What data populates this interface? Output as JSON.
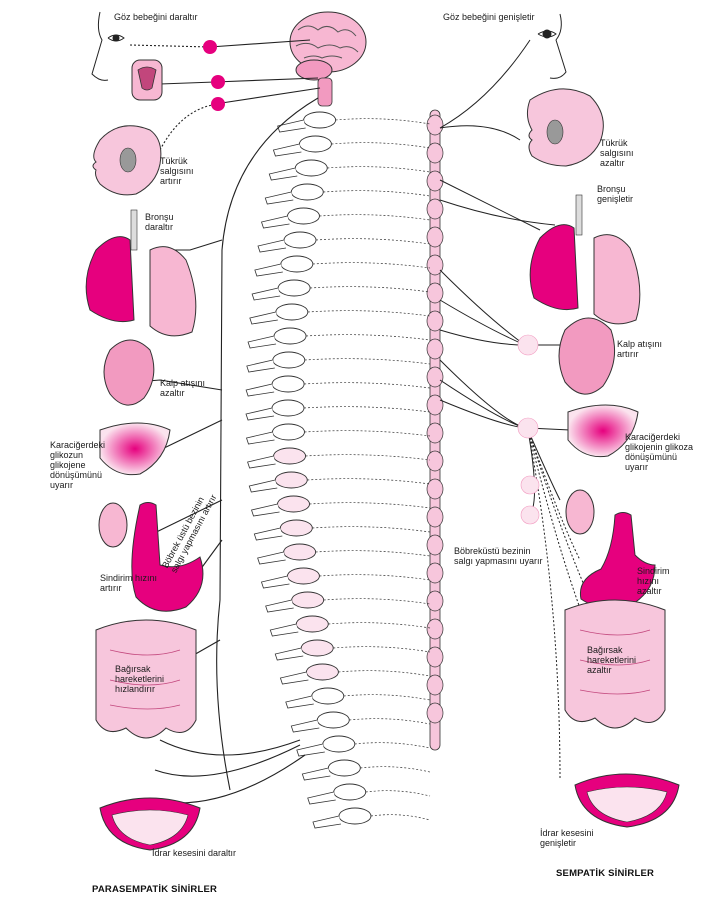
{
  "colors": {
    "magenta": "#e6007e",
    "light_pink": "#f7c6dc",
    "pale_pink": "#fbe3ee",
    "nerve_line": "#222222",
    "vertebra_stroke": "#333333"
  },
  "titles": {
    "parasympathetic": "PARASEMPATİK SİNİRLER",
    "sympathetic": "SEMPATİK SİNİRLER"
  },
  "parasympathetic_labels": {
    "eye": "Göz bebeğini daraltır",
    "saliva": "Tükrük\nsalgısını\nartırır",
    "bronchi": "Bronşu\ndaraltır",
    "heart": "Kalp atışını\nazaltır",
    "liver": "Karaciğerdeki\nglikozun\nglikojene\ndönüşümünü\nuyarır",
    "adrenal": "Böbrek üstü bezinin\nsalgı yapmasını artırır",
    "digestion": "Sindirim hızını\nartırır",
    "intestine": "Bağırsak\nhareketlerini\nhızlandırır",
    "bladder": "İdrar kesesini daraltır"
  },
  "sympathetic_labels": {
    "eye": "Göz bebeğini genişletir",
    "saliva": "Tükrük\nsalgısını\nazaltır",
    "bronchi": "Bronşu\ngenişletir",
    "heart": "Kalp atışını\nartırır",
    "liver": "Karaciğerdeki\nglikojenin glikoza\ndönüşümünü\nuyarır",
    "adrenal": "Böbreküstü bezinin\nsalgı yapmasını uyarır",
    "digestion": "Sindirim\nhızını\nazaltır",
    "intestine": "Bağırsak\nhareketlerini\nazaltır",
    "bladder": "İdrar kesesini\ngenişletir"
  }
}
